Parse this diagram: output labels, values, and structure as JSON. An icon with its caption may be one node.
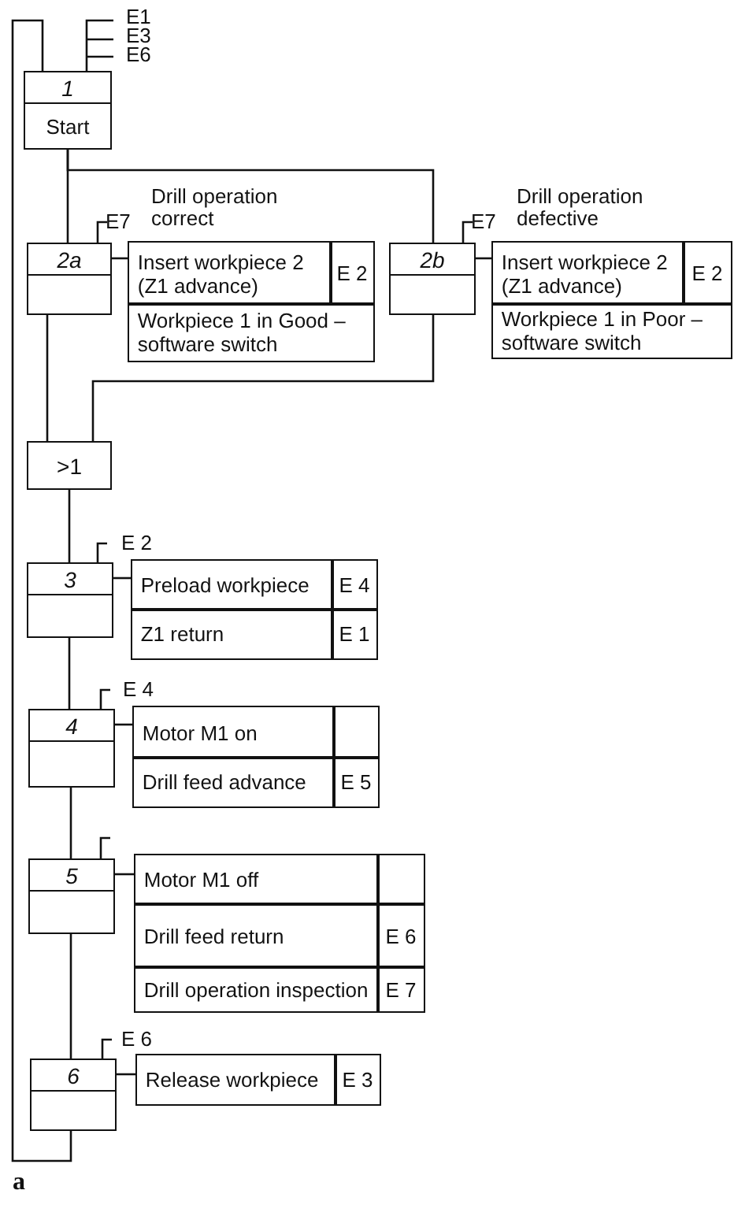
{
  "diagram": {
    "nodes": [
      {
        "text": [
          "1",
          "Start"
        ],
        "beside": [
          "E1",
          "E3",
          "E6"
        ]
      },
      {
        "text": [
          "2a"
        ],
        "beside": [
          "E7",
          "Drill operation correct"
        ]
      },
      {
        "text": [
          "Insert workpiece 2 (Z1 advance)",
          "E 2",
          "Workpiece 1 in Good – software switch"
        ]
      },
      {
        "text": [
          "2b"
        ],
        "beside": [
          "E7",
          "Drill operation defective"
        ]
      },
      {
        "text": [
          "Insert workpiece 2 (Z1 advance)",
          "E 2",
          "Workpiece 1 in Poor – software switch"
        ]
      },
      {
        "text": [
          ">1"
        ]
      },
      {
        "text": [
          "3"
        ],
        "beside": [
          "E 2"
        ]
      },
      {
        "text": [
          "Preload workpiece",
          "E 4",
          "Z1 return",
          "E 1"
        ]
      },
      {
        "text": [
          "4"
        ],
        "beside": [
          "E 4"
        ]
      },
      {
        "text": [
          "Motor M1 on",
          "Drill feed advance",
          "E 5"
        ]
      },
      {
        "text": [
          "5"
        ]
      },
      {
        "text": [
          "Motor M1 off",
          "Drill feed return",
          "E 6",
          "Drill operation inspection",
          "E 7"
        ]
      },
      {
        "text": [
          "6"
        ],
        "beside": [
          "E 6"
        ]
      },
      {
        "text": [
          "Release workpiece",
          "E 3"
        ]
      }
    ],
    "edges": [
      {
        "from": 0,
        "to": 1,
        "arrow": "none"
      },
      {
        "from": 0,
        "to": 3,
        "arrow": "none"
      },
      {
        "from": 1,
        "to": 2,
        "arrow": "none"
      },
      {
        "from": 3,
        "to": 4,
        "arrow": "none"
      },
      {
        "from": 1,
        "to": 5,
        "arrow": "none"
      },
      {
        "from": 3,
        "to": 5,
        "arrow": "none"
      },
      {
        "from": 5,
        "to": 6,
        "arrow": "none"
      },
      {
        "from": 6,
        "to": 7,
        "arrow": "none"
      },
      {
        "from": 6,
        "to": 8,
        "arrow": "none"
      },
      {
        "from": 8,
        "to": 9,
        "arrow": "none"
      },
      {
        "from": 8,
        "to": 10,
        "arrow": "none"
      },
      {
        "from": 10,
        "to": 11,
        "arrow": "none"
      },
      {
        "from": 10,
        "to": 12,
        "arrow": "none"
      },
      {
        "from": 12,
        "to": 13,
        "arrow": "none"
      },
      {
        "from": 12,
        "to": 0,
        "arrow": "none"
      }
    ],
    "labels": [
      "a"
    ]
  }
}
